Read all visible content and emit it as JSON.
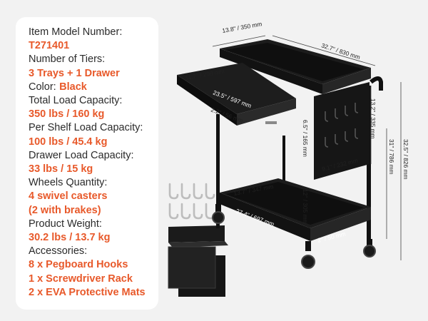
{
  "specs": {
    "model_label": "Item Model Number:",
    "model_value": "T271401",
    "tiers_label": "Number of Tiers:",
    "tiers_value": "3 Trays + 1 Drawer",
    "color_label": "Color:",
    "color_value": "Black",
    "total_load_label": "Total Load Capacity:",
    "total_load_value": "350 lbs / 160 kg",
    "shelf_load_label": "Per Shelf Load Capacity:",
    "shelf_load_value": "100 lbs / 45.4 kg",
    "drawer_load_label": "Drawer Load Capacity:",
    "drawer_load_value": "33 lbs / 15 kg",
    "wheels_label": "Wheels Quantity:",
    "wheels_value_1": "4 swivel casters",
    "wheels_value_2": "(2 with brakes)",
    "weight_label": "Product Weight:",
    "weight_value": "30.2 lbs / 13.7 kg",
    "accessories_label": "Accessories:",
    "accessories": [
      "8 x Pegboard Hooks",
      "1 x Screwdriver Rack",
      "2 x EVA Protective Mats"
    ]
  },
  "dimensions": {
    "top_depth": "13.8\" / 350 mm",
    "top_width": "32.7\" / 830 mm",
    "drawer_depth": "11.7\" / 298 mm",
    "drawer_width": "23.5\" / 597 mm",
    "drawer_height": "2.2\" / 56 mm",
    "pegboard_height": "13.2\" / 335 mm",
    "pegboard_gap": "6.5\" / 165 mm",
    "pegboard_width": "9.1\" / 232 mm",
    "cart_height": "31\" / 786 mm",
    "total_height": "32.5\" / 826 mm",
    "bottom_depth": "13.7\" / 347 mm",
    "bottom_width": "27.4\" / 697 mm",
    "shelf_gap": "12\" / 305 mm",
    "tray_lip": "2\" / 50 mm"
  },
  "colors": {
    "accent": "#e8592a",
    "text": "#2b2b2b",
    "product": "#1a1a1a",
    "background": "#f2f2f2"
  }
}
